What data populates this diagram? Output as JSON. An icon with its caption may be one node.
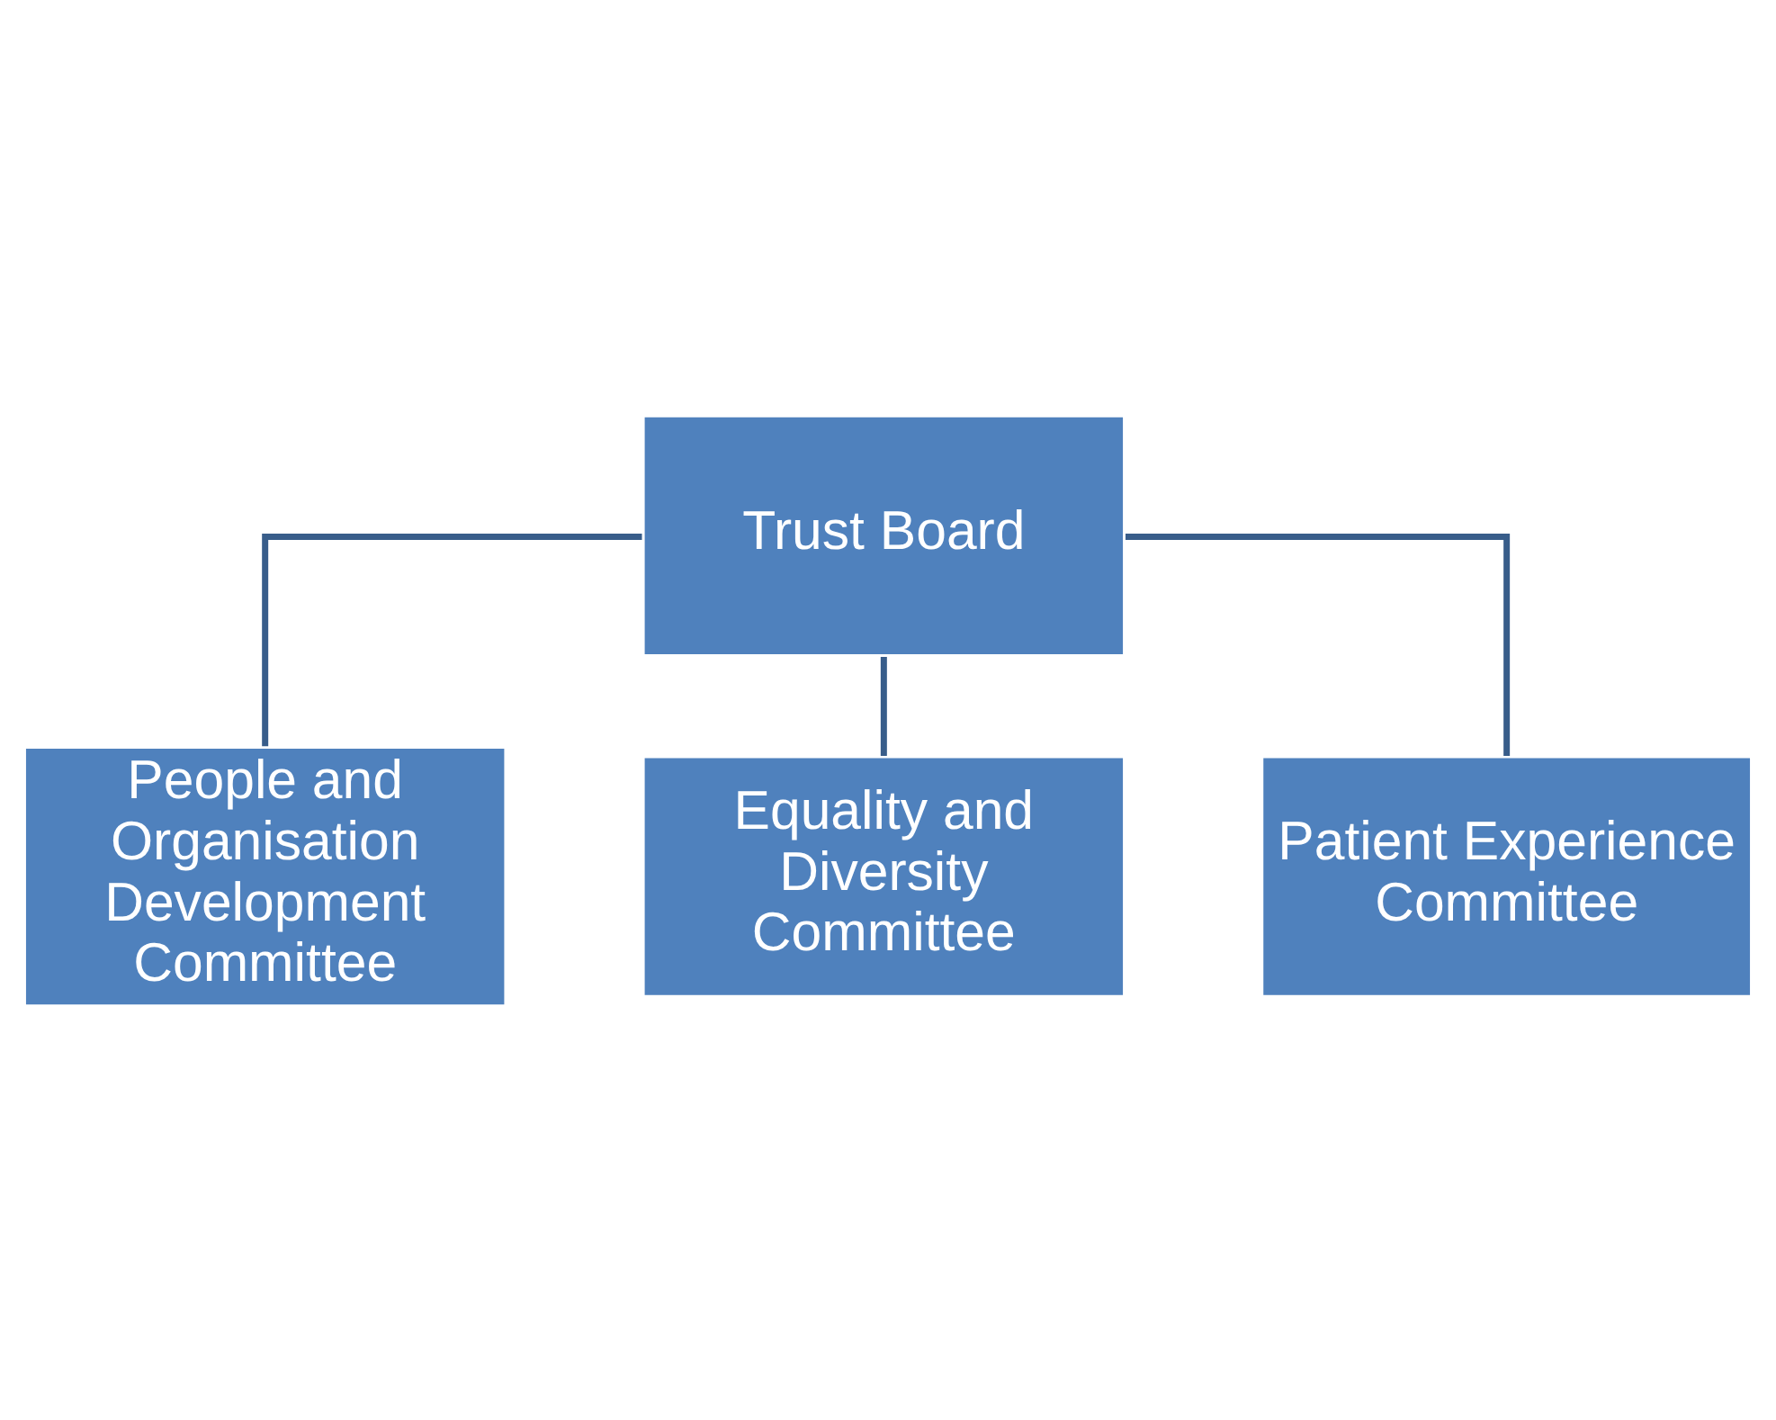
{
  "diagram": {
    "nodes": [
      {
        "text": [
          "Trust Board"
        ]
      },
      {
        "text": [
          "People and Organisation Development Committee"
        ]
      },
      {
        "text": [
          "Equality and Diversity Committee"
        ]
      },
      {
        "text": [
          "Patient Experience Committee"
        ]
      }
    ],
    "edges": [
      {
        "from": 0,
        "to": 1,
        "arrow": "none"
      },
      {
        "from": 0,
        "to": 2,
        "arrow": "none"
      },
      {
        "from": 0,
        "to": 3,
        "arrow": "none"
      }
    ]
  }
}
